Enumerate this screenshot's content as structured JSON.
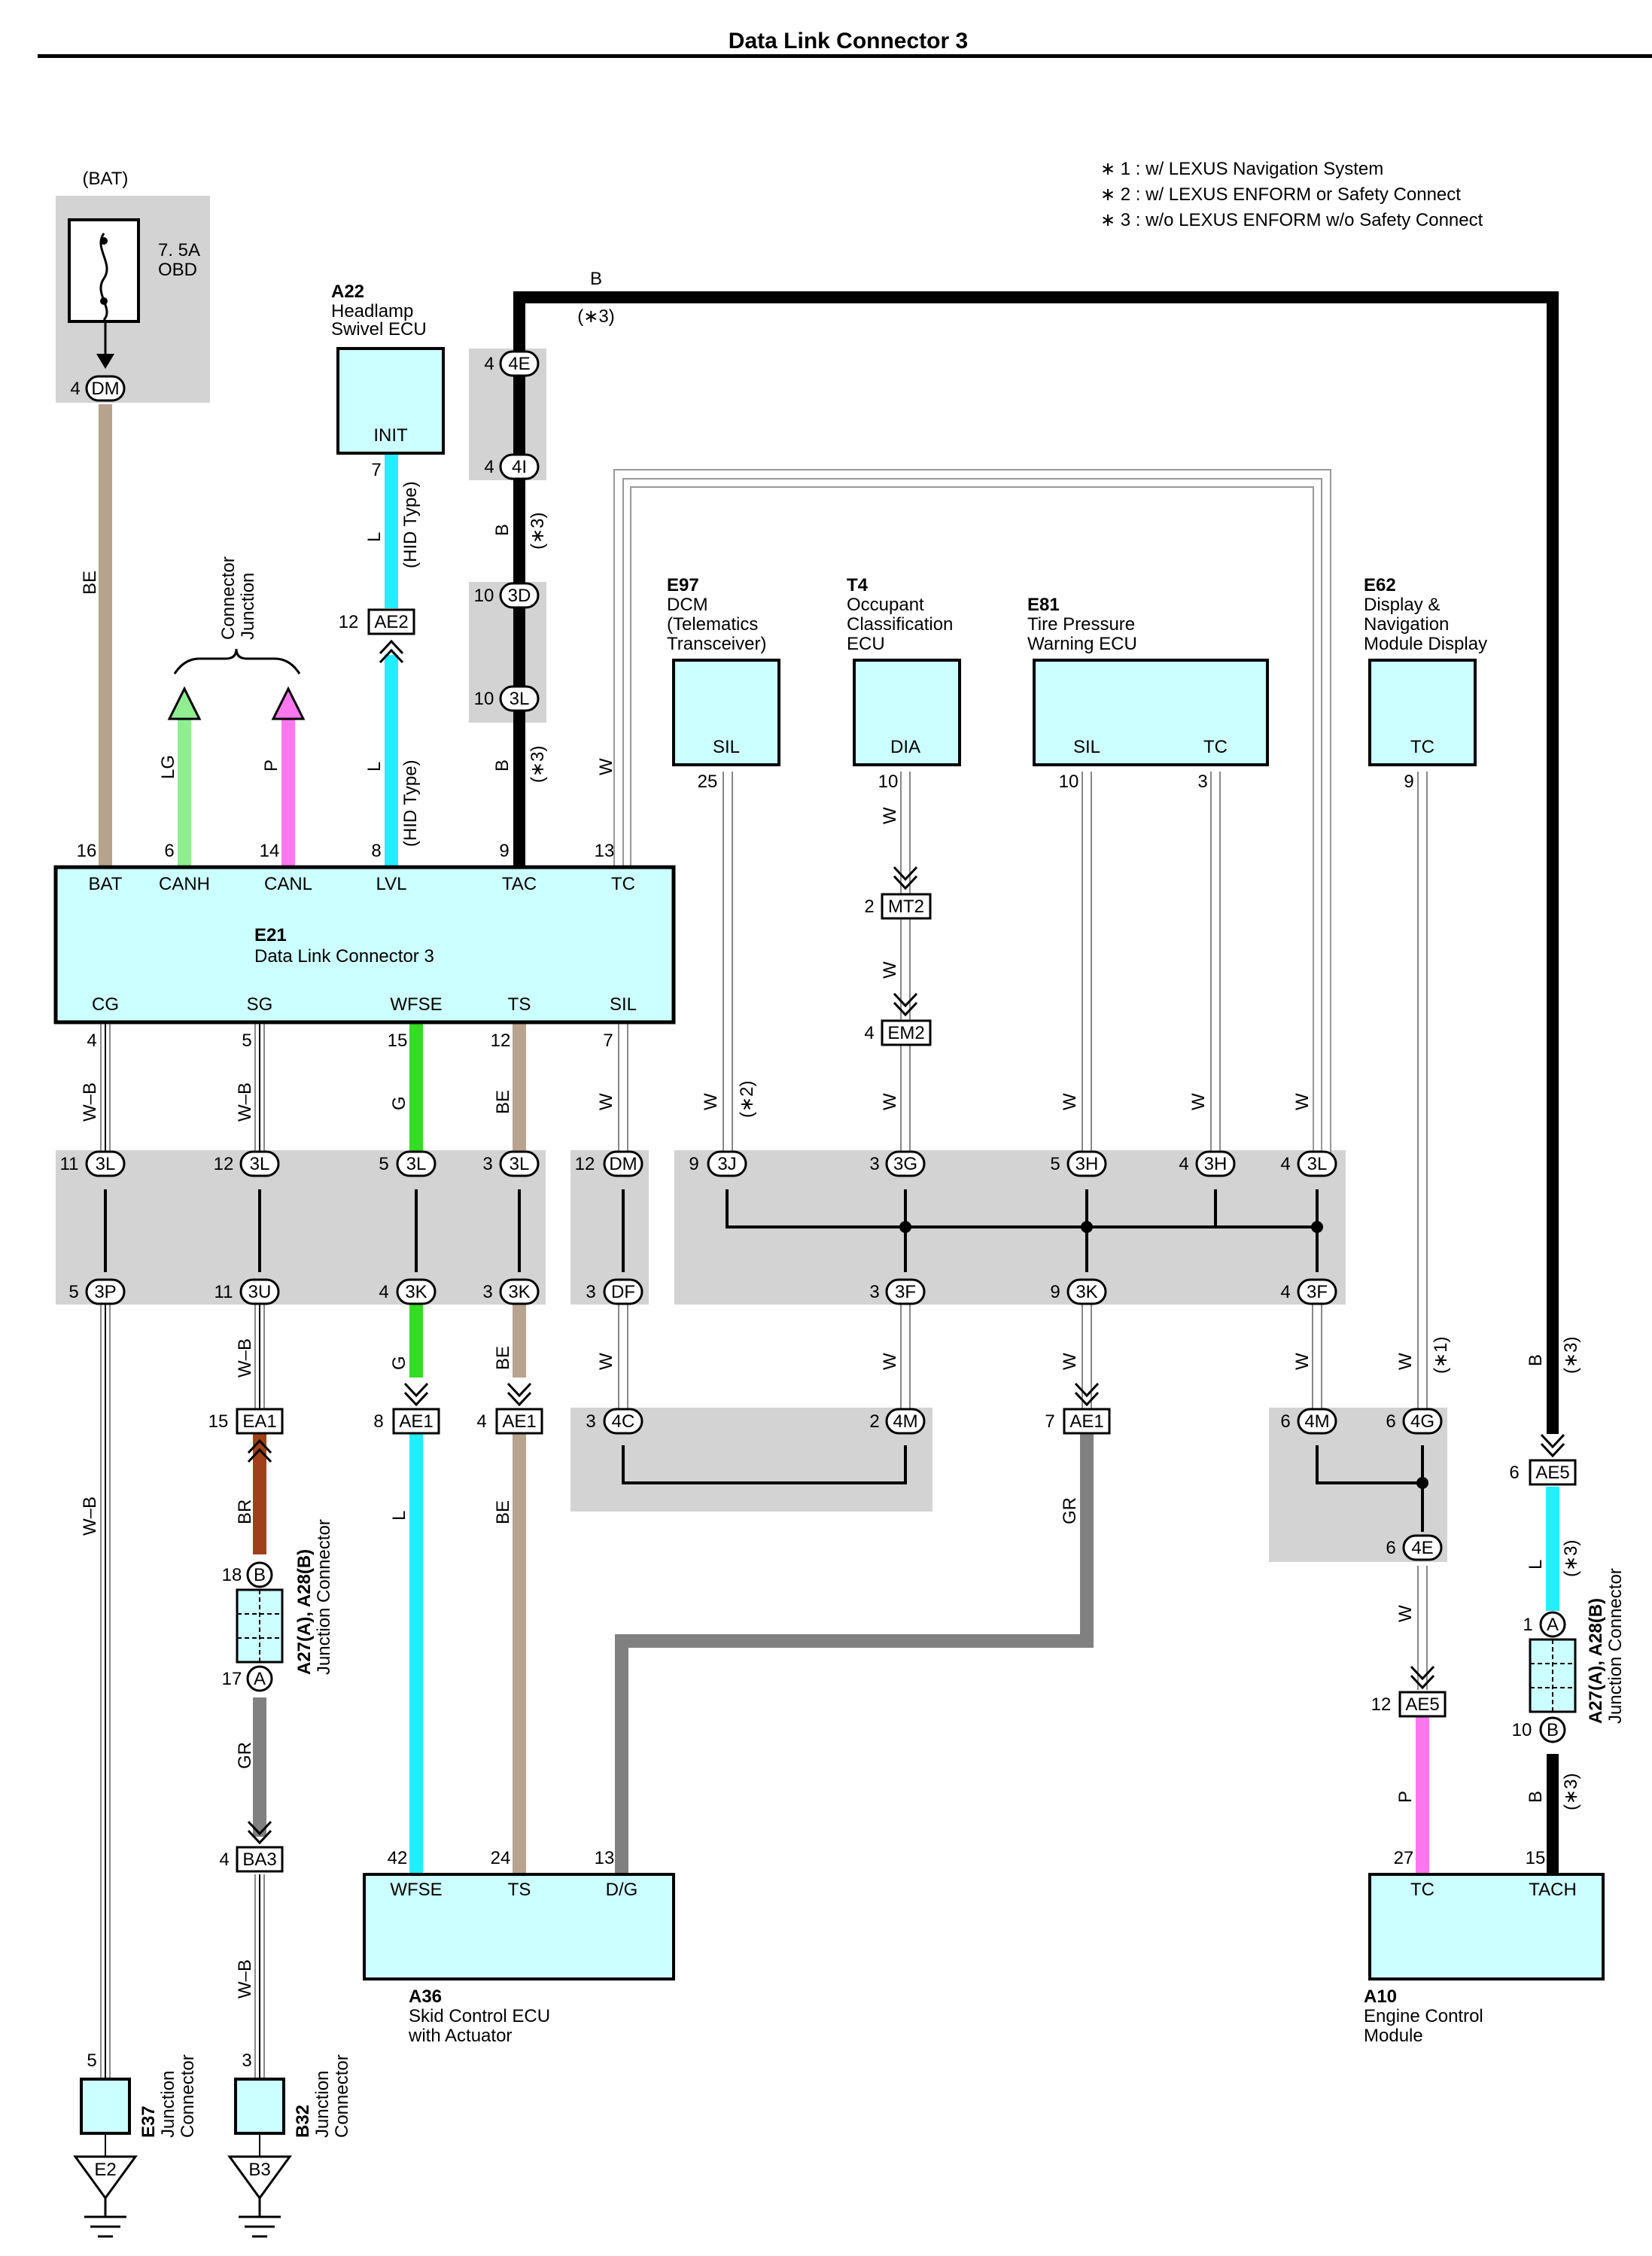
{
  "title": "Data Link Connector 3",
  "notes": [
    "∗ 1 : w/ LEXUS Navigation System",
    "∗ 2 : w/ LEXUS ENFORM or Safety Connect",
    "∗ 3 : w/o LEXUS ENFORM w/o Safety Connect"
  ],
  "power": {
    "source": "(BAT)",
    "fuse_rating": "7. 5A",
    "fuse_name": "OBD",
    "pin": "4",
    "conn": "DM"
  },
  "junction_connector_label": [
    "Junction",
    "Connector"
  ],
  "components": {
    "a22": {
      "code": "A22",
      "name_lines": [
        "Headlamp",
        "Swivel ECU"
      ],
      "pin": "INIT"
    },
    "e97": {
      "code": "E97",
      "name_lines": [
        "DCM",
        "(Telematics",
        " Transceiver)"
      ],
      "pin": "SIL"
    },
    "t4": {
      "code": "T4",
      "name_lines": [
        "Occupant",
        "Classification",
        "ECU"
      ],
      "pin": "DIA"
    },
    "e81": {
      "code": "E81",
      "name_lines": [
        "Tire Pressure",
        "Warning ECU"
      ],
      "pins": [
        "SIL",
        "TC"
      ]
    },
    "e62": {
      "code": "E62",
      "name_lines": [
        "Display &",
        "Navigation",
        "Module Display"
      ],
      "pin": "TC"
    },
    "e21": {
      "code": "E21",
      "name": "Data Link Connector 3",
      "top_pins": [
        "BAT",
        "CANH",
        "CANL",
        "LVL",
        "TAC",
        "TC"
      ],
      "bottom_pins": [
        "CG",
        "SG",
        "WFSE",
        "TS",
        "SIL"
      ]
    },
    "a36": {
      "code": "A36",
      "name_lines": [
        "Skid Control ECU",
        "with Actuator"
      ],
      "pins": [
        "WFSE",
        "TS",
        "D/G"
      ]
    },
    "a10": {
      "code": "A10",
      "name_lines": [
        "Engine Control",
        "Module"
      ],
      "pins": [
        "TC",
        "TACH"
      ]
    },
    "a27_left": {
      "code": "A27(A), A28(B)",
      "name": "Junction Connector"
    },
    "a27_right": {
      "code": "A27(A), A28(B)",
      "name": "Junction Connector"
    },
    "e37": {
      "code": "E37",
      "name_lines": [
        "Junction",
        "Connector"
      ],
      "ground": "E2"
    },
    "b32": {
      "code": "B32",
      "name_lines": [
        "Junction",
        "Connector"
      ],
      "ground": "B3"
    }
  },
  "wire_labels": {
    "be": "BE",
    "lg": "LG",
    "p": "P",
    "l": "L",
    "b": "B",
    "w": "W",
    "wb": "W–B",
    "g": "G",
    "br": "BR",
    "gr": "GR",
    "hid": "(HID Type)",
    "n1": "(∗1)",
    "n2": "(∗2)",
    "n3": "(∗3)"
  },
  "pin_numbers": {
    "bat": "16",
    "canh": "6",
    "canl": "14",
    "lvl": "8",
    "tac": "9",
    "tc": "13",
    "cg": "4",
    "sg": "5",
    "wfse": "15",
    "ts": "12",
    "sil": "7",
    "init": "7",
    "e97_sil": "25",
    "t4_dia": "10",
    "e81_sil": "10",
    "e81_tc": "3",
    "e62_tc": "9",
    "a36_wfse": "42",
    "a36_ts": "24",
    "a36_dg": "13",
    "a10_tc": "27",
    "a10_tach": "15",
    "e37": "5",
    "b32": "3"
  },
  "connectors": {
    "ae2": {
      "id": "AE2",
      "pin": "12"
    },
    "mt2": {
      "id": "MT2",
      "pin": "2"
    },
    "em2": {
      "id": "EM2",
      "pin": "4"
    },
    "ea1": {
      "id": "EA1",
      "pin": "15"
    },
    "ae1a": {
      "id": "AE1",
      "pin": "8"
    },
    "ae1b": {
      "id": "AE1",
      "pin": "4"
    },
    "ae1c": {
      "id": "AE1",
      "pin": "7"
    },
    "ae5a": {
      "id": "AE5",
      "pin": "6"
    },
    "ae5b": {
      "id": "AE5",
      "pin": "12"
    },
    "ba3": {
      "id": "BA3",
      "pin": "4"
    }
  },
  "junctions": {
    "j4e": {
      "id": "4E",
      "pin": "4"
    },
    "j4i": {
      "id": "4I",
      "pin": "4"
    },
    "j3d": {
      "id": "3D",
      "pin": "10"
    },
    "j3l_top": {
      "id": "3L",
      "pin": "10"
    },
    "r1": [
      {
        "id": "3L",
        "pin": "11"
      },
      {
        "id": "3L",
        "pin": "12"
      },
      {
        "id": "3L",
        "pin": "5"
      },
      {
        "id": "3L",
        "pin": "3"
      },
      {
        "id": "DM",
        "pin": "12"
      },
      {
        "id": "3J",
        "pin": "9"
      },
      {
        "id": "3G",
        "pin": "3"
      },
      {
        "id": "3H",
        "pin": "5"
      },
      {
        "id": "3H",
        "pin": "4"
      },
      {
        "id": "3L",
        "pin": "4"
      }
    ],
    "r2": [
      {
        "id": "3P",
        "pin": "5"
      },
      {
        "id": "3U",
        "pin": "11"
      },
      {
        "id": "3K",
        "pin": "4"
      },
      {
        "id": "3K",
        "pin": "3"
      },
      {
        "id": "DF",
        "pin": "3"
      },
      {
        "id": "3F",
        "pin": "3"
      },
      {
        "id": "3K",
        "pin": "9"
      },
      {
        "id": "3F",
        "pin": "4"
      }
    ],
    "r3": [
      {
        "id": "4C",
        "pin": "3"
      },
      {
        "id": "4M",
        "pin": "2"
      },
      {
        "id": "4M",
        "pin": "6"
      },
      {
        "id": "4G",
        "pin": "6"
      }
    ],
    "j4e_low": {
      "id": "4E",
      "pin": "6"
    },
    "left_jc": {
      "a": "A",
      "b": "B",
      "pa": "17",
      "pb": "18"
    },
    "right_jc": {
      "a": "A",
      "b": "B",
      "pa": "1",
      "pb": "10"
    }
  },
  "colors": {
    "be": "#b8a38e",
    "lg": "#90ee90",
    "p": "#ff77ee",
    "l": "#22eeff",
    "b": "#000000",
    "w": "#ffffff",
    "g": "#33dd22",
    "br": "#a0401a",
    "gr": "#808080",
    "component_fill": "#ccffff",
    "gray_box": "#d3d3d3"
  }
}
